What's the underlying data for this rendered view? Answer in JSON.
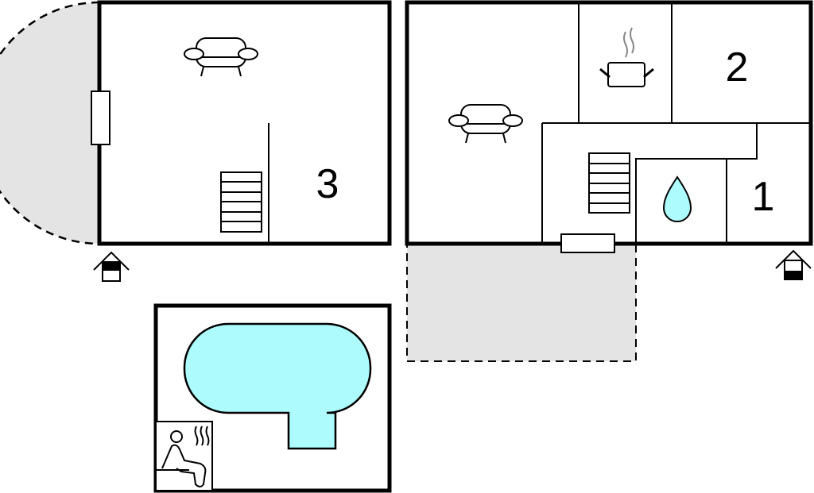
{
  "floor_plan": {
    "room_numbers": {
      "room1": "1",
      "room2": "2",
      "room3": "3"
    },
    "icons": [
      "sofa-icon",
      "stairs-icon",
      "window-icon",
      "entrance-icon",
      "cooking-pot-icon",
      "water-drop-icon",
      "pool-icon",
      "sauna-icon",
      "terrace-area"
    ],
    "colors": {
      "wall": "#000000",
      "terrace": "#e4e4e4",
      "water": "#adfbfc",
      "steam": "#888888"
    }
  }
}
